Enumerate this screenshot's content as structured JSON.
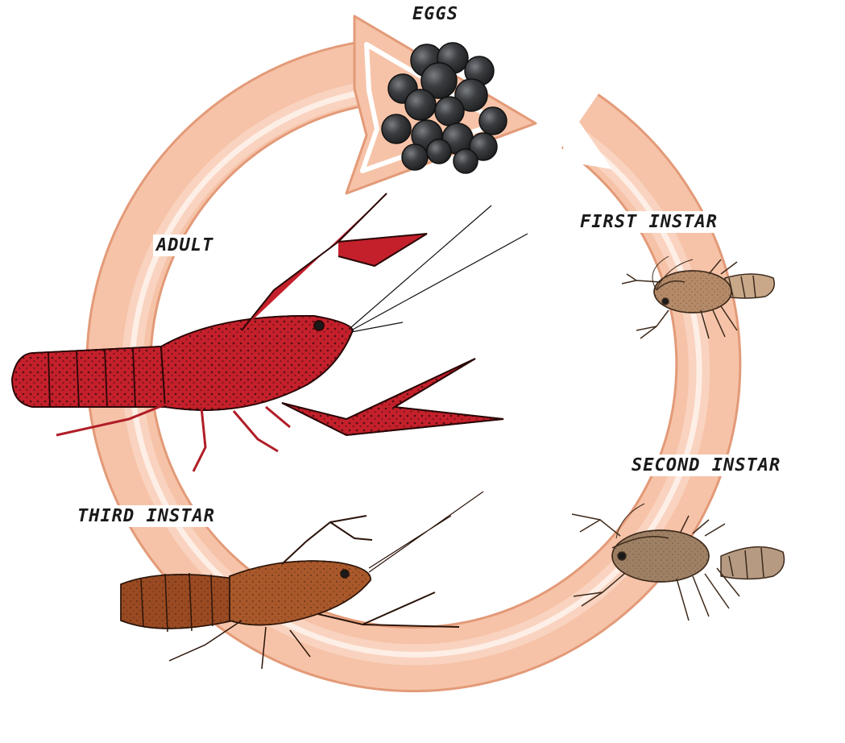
{
  "diagram": {
    "stages": {
      "eggs": "EGGS",
      "first_instar": "FIRST INSTAR",
      "second_instar": "SECOND INSTAR",
      "third_instar": "THIRD INSTAR",
      "adult": "ADULT"
    },
    "colors": {
      "cycle_arrow_fill": "#f6c3a8",
      "cycle_arrow_outline": "#e39a78",
      "cycle_arrow_stripe": "#ffffff",
      "egg": "#3b3d40",
      "adult": "#c4202b",
      "third_instar": "#9a4a22",
      "juvenile": "#a37a5a"
    }
  }
}
